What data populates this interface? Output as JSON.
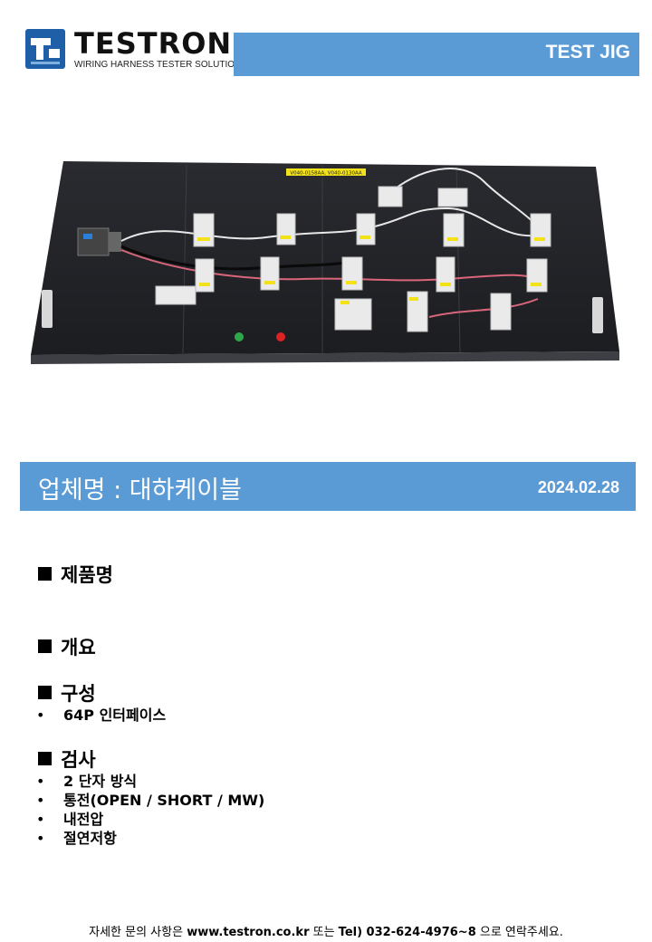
{
  "brand": {
    "name": "TESTRON",
    "tagline": "WIRING HARNESS TESTER SOLUTIONS"
  },
  "header": {
    "title": "TEST JIG"
  },
  "photo": {
    "label_strip": "V040-0158AA, V040-0130AA"
  },
  "company_bar": {
    "company": "업체명 : 대하케이블",
    "date": "2024.02.28"
  },
  "sections": {
    "product": {
      "heading": "제품명"
    },
    "overview": {
      "heading": "개요"
    },
    "composition": {
      "heading": "구성",
      "items": [
        "64P 인터페이스"
      ]
    },
    "inspection": {
      "heading": "검사",
      "items": [
        "2 단자 방식",
        "통전(OPEN / SHORT / MW)",
        "내전압",
        "절연저항"
      ]
    }
  },
  "footer": {
    "prefix": "자세한 문의 사항은 ",
    "website": "www.testron.co.kr",
    "middle": " 또는 ",
    "tel": "Tel) 032-624-4976~8",
    "suffix": " 으로 연락주세요."
  }
}
